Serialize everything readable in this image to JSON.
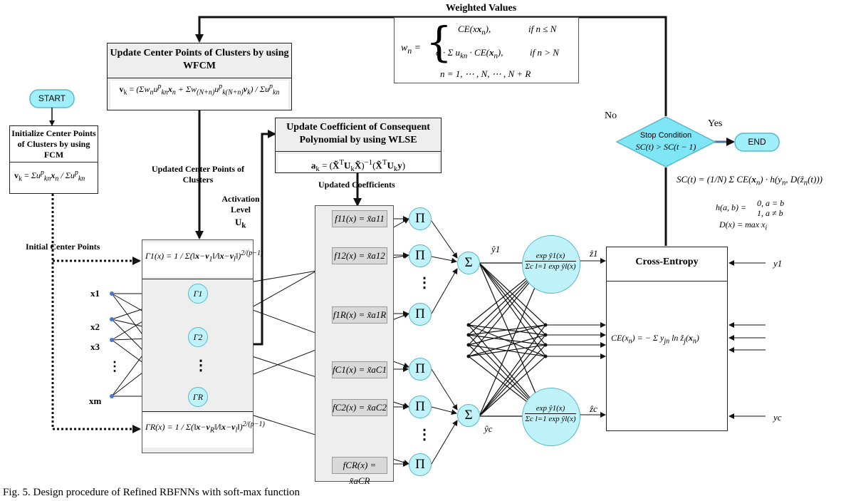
{
  "caption": "Fig. 5. Design procedure of Refined RBFNNs with soft-max function",
  "weighted_values": {
    "title": "Weighted Values",
    "wn": "w",
    "case1_expr": "CE(x",
    "case1_cond": "if  n ≤ N",
    "case2_expr": "α · Σ u",
    "case2_cond": "if  n > N",
    "range": "n = 1, ⋯ , N, ⋯ , N + R"
  },
  "start": "START",
  "end": "END",
  "init_box": {
    "title": "Initialize Center Points of Clusters by using FCM",
    "eq": "v"
  },
  "wfcm_box": {
    "title": "Update Center Points of Clusters by using WFCM"
  },
  "wlse_box": {
    "title": "Update Coefficient of Consequent Polynomial by using WLSE"
  },
  "labels": {
    "updated_centers": "Updated Center Points of Clusters",
    "activation": "Activation Level",
    "uk": "U",
    "updated_coeffs": "Updated Coefficients",
    "initial_centers": "Initial Center Points",
    "no": "No",
    "yes": "Yes"
  },
  "stop": {
    "title": "Stop Condition",
    "cond": "SC(t) > SC(t − 1)"
  },
  "sc_formula": {
    "sc": "SC(t) = ",
    "h": "h(a, b) =",
    "h1": "0,   a = b",
    "h2": "1,   a ≠ b",
    "d": "D(x) = max x"
  },
  "cross_entropy": {
    "title": "Cross-Entropy",
    "eq_left": "CE(x",
    "eq_right": "y"
  },
  "inputs": [
    "x1",
    "x2",
    "x3",
    "⋮",
    "xm"
  ],
  "hidden_nodes": [
    "Γ1",
    "Γ2",
    "⋮",
    "ΓR"
  ],
  "f_boxes": [
    "f11(x) = x̃a11",
    "f12(x) = x̃a12",
    "f1R(x) = x̃a1R",
    "fC1(x) = x̃aC1",
    "fC2(x) = x̃aC2",
    "fCR(x) = x̃aCR"
  ],
  "pi": "Π",
  "sigma": "Σ",
  "softmax": {
    "num": "exp ŷ1(x)",
    "den": "Σc l=1 exp ŷl(x)",
    "numc": "exp ŷ1(x)",
    "denc": "Σc l=1 exp ŷl(x)"
  },
  "outputs": {
    "y1hat": "ŷ1",
    "ychat": "ŷc",
    "z1": "ẑ1",
    "zc": "ẑc",
    "y1": "y1",
    "yc": "yc"
  },
  "gamma1_eq": "Γ1(x) =",
  "gammaR_eq": "ΓR(x) =",
  "colors": {
    "cyan": "#bff3f9",
    "cyan_dark": "#5ab8c8",
    "arrow": "#1a1a1a",
    "stop_fill": "#7fe6f5",
    "end_fill": "#9ff0fb"
  }
}
